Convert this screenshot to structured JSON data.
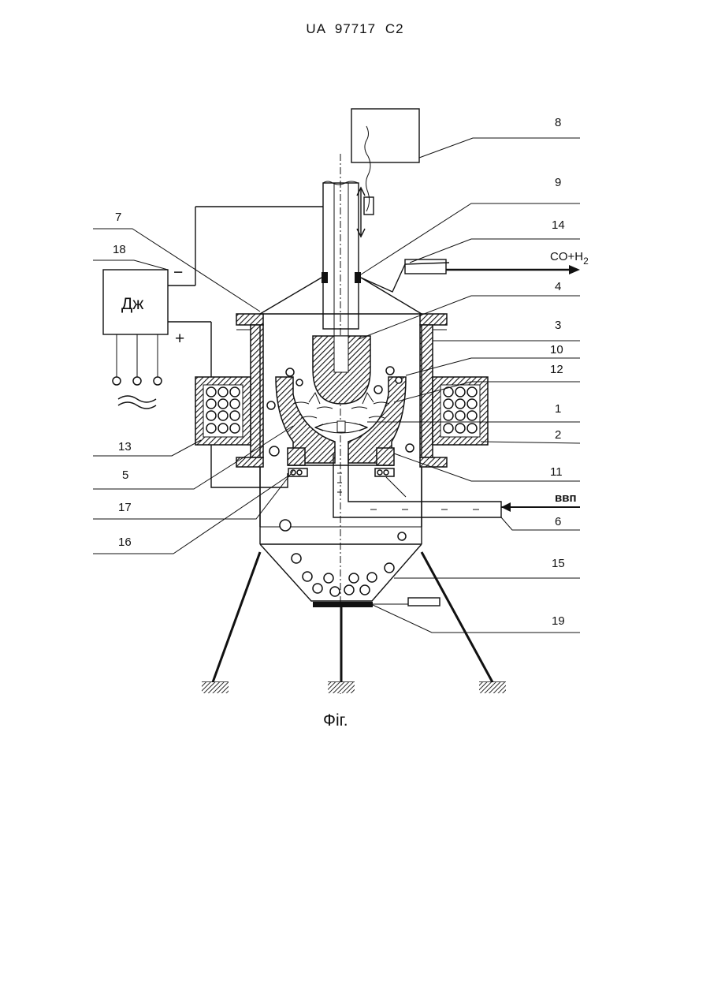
{
  "header": {
    "text": "UA   97717   C2"
  },
  "figure": {
    "caption": "Фіг.",
    "power_source_label": "Дж",
    "minus_sign": "−",
    "plus_sign": "+",
    "ac_symbol": "≈",
    "gas_output_label_main": "CO+H",
    "gas_output_label_sub": "2",
    "input_label": "ввп",
    "part_numbers": {
      "n8": "8",
      "n9": "9",
      "n14": "14",
      "n4": "4",
      "n3": "3",
      "n10": "10",
      "n12": "12",
      "n1": "1",
      "n2": "2",
      "n11": "11",
      "n6": "6",
      "n15": "15",
      "n19": "19",
      "n7": "7",
      "n18": "18",
      "n13": "13",
      "n5": "5",
      "n17": "17",
      "n16": "16"
    }
  }
}
